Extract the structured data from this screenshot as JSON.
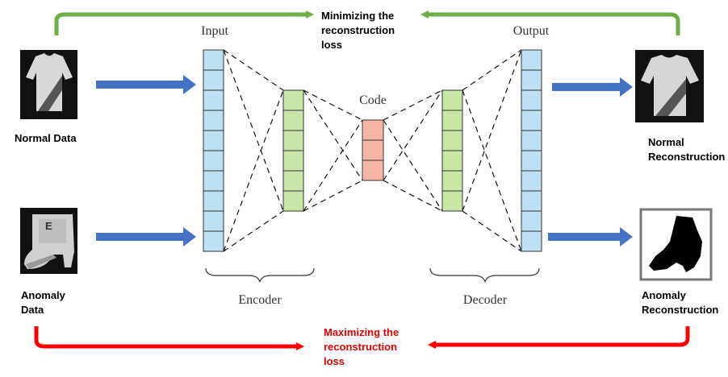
{
  "labels": {
    "input": "Input",
    "output": "Output",
    "code": "Code",
    "encoder": "Encoder",
    "decoder": "Decoder",
    "normal_data": "Normal Data",
    "anomaly_data_1": "Anomaly",
    "anomaly_data_2": "Data",
    "normal_recon_1": "Normal",
    "normal_recon_2": "Reconstruction",
    "anomaly_recon_1": "Anomaly",
    "anomaly_recon_2": "Reconstruction",
    "minimizing_1": "Minimizing the",
    "minimizing_2": "reconstruction",
    "minimizing_3": "loss",
    "maximizing_1": "Maximizing the",
    "maximizing_2": "reconstruction",
    "maximizing_3": "loss"
  },
  "layers": {
    "input_cells": 10,
    "encoder_hidden_cells": 6,
    "code_cells": 3,
    "decoder_hidden_cells": 6,
    "output_cells": 10
  },
  "colors": {
    "input_output": "#bfe0f3",
    "hidden": "#c9e6a8",
    "code": "#f6b4a6",
    "blue_arrow": "#4472c4",
    "green_loop": "#70ad47",
    "red_loop": "#ff0000",
    "red_text": "#e00000"
  },
  "images": {
    "normal_input": "tshirt-image",
    "anomaly_input": "boot-image",
    "normal_output": "tshirt-reconstruction-image",
    "anomaly_output": "boot-reconstruction-image"
  }
}
